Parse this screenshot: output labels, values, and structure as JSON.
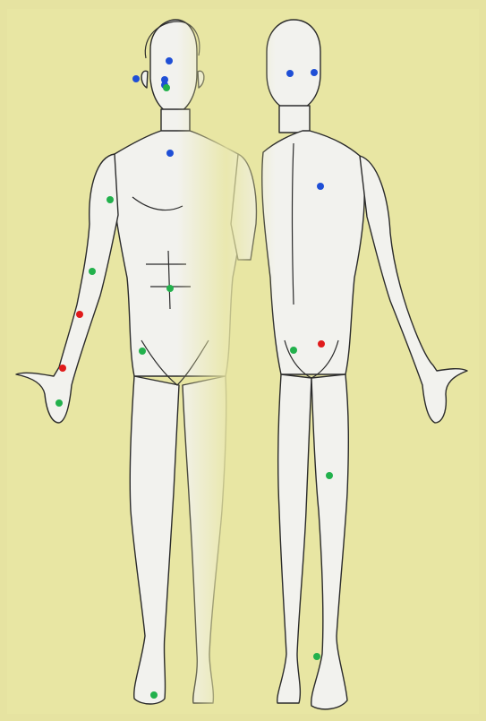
{
  "colors": {
    "background": "#e8e6a3",
    "body_fill": "#f2f2ee",
    "outline": "#2b2b2b",
    "point_blue": "#1f4fd6",
    "point_green": "#22b14c",
    "point_red": "#e01b1b"
  },
  "figures": [
    {
      "view": "front"
    },
    {
      "view": "back"
    }
  ],
  "points": {
    "front": [
      {
        "color": "blue",
        "region": "head-top"
      },
      {
        "color": "blue",
        "region": "head-left"
      },
      {
        "color": "blue",
        "region": "face"
      },
      {
        "color": "blue",
        "region": "ear"
      },
      {
        "color": "green",
        "region": "chin"
      },
      {
        "color": "blue",
        "region": "throat"
      },
      {
        "color": "green",
        "region": "shoulder"
      },
      {
        "color": "green",
        "region": "elbow"
      },
      {
        "color": "green",
        "region": "navel"
      },
      {
        "color": "red",
        "region": "forearm"
      },
      {
        "color": "red",
        "region": "wrist"
      },
      {
        "color": "green",
        "region": "groin"
      },
      {
        "color": "green",
        "region": "palm"
      },
      {
        "color": "green",
        "region": "toe"
      }
    ],
    "back": [
      {
        "color": "blue",
        "region": "head-left"
      },
      {
        "color": "blue",
        "region": "head-right"
      },
      {
        "color": "blue",
        "region": "upper-back"
      },
      {
        "color": "green",
        "region": "buttock-left"
      },
      {
        "color": "red",
        "region": "buttock-right"
      },
      {
        "color": "green",
        "region": "knee-back"
      },
      {
        "color": "green",
        "region": "ankle"
      }
    ]
  }
}
